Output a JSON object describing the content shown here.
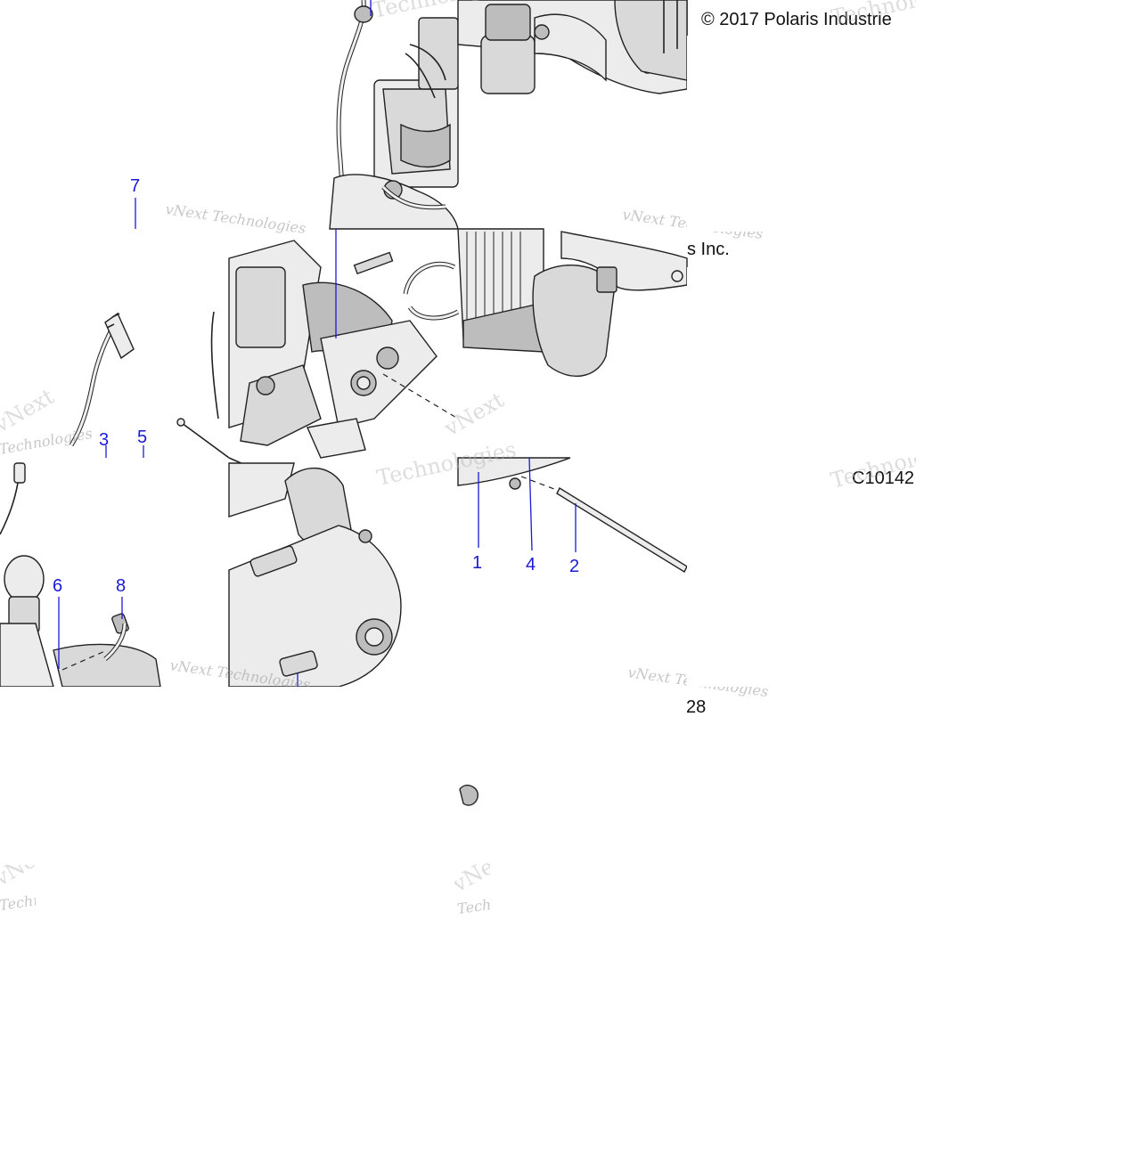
{
  "copyright": "© 2017 Polaris Industries Inc.",
  "copyright_line1": "© 2017 Polaris Industrie",
  "copyright_line2": "s Inc.",
  "diagram_id_fragment": "C10142",
  "page_fragment": "28",
  "watermark_text_1": "vNext",
  "watermark_text_2": "Technologies",
  "watermark_combined": "vNext Technologies",
  "callouts": {
    "c1": "1",
    "c2": "2",
    "c3": "3",
    "c4": "4",
    "c5": "5",
    "c6": "6",
    "c7": "7",
    "c8": "8"
  },
  "colors": {
    "callout": "#1a1ad6",
    "line_art": "#222222",
    "shade": "#d9d9d9",
    "watermark": "#9a9a9a"
  }
}
